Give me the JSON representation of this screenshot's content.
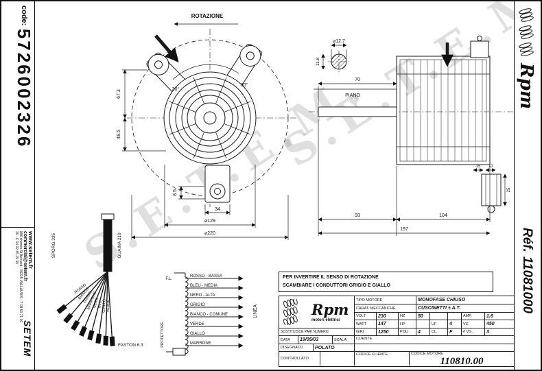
{
  "sheet": {
    "watermark": "S.E.T.E.M."
  },
  "left_panel": {
    "code_label": "code:",
    "code_value": "5726002326",
    "website": "www.setem.fr",
    "email": "commercial@setem.fr",
    "address": "886 chemin St Bernard - 06225 VALLAURIS - T 08 50 71 00 39 - F 04 92 65 19 39",
    "logo_text": "SETEM"
  },
  "right_panel": {
    "brand": "Rpm",
    "ref_label": "Réf.",
    "ref_value": "11081000"
  },
  "front_view": {
    "rotation_label": "ROTAZIONE",
    "dim_height_upper": "67.3",
    "dim_height_lower": "48.5",
    "dim_foot": "8.5",
    "dim_foot_width": "34",
    "dim_bolt_circle": "⌀129",
    "dim_overall": "⌀220",
    "angle_left": "30°",
    "angle_right": "30°"
  },
  "side_view": {
    "dim_shaft_dia": "⌀12.7",
    "dim_shaft_flat": "11.8",
    "dim_shaft_len": "70",
    "plane_label": "PIANO",
    "dim_front": "93",
    "dim_body": "104",
    "dim_total": "197",
    "dim_bracket_a": "15",
    "dim_bracket_b": "10",
    "dim_bracket_h": "25"
  },
  "cable": {
    "protrusion_label": "SPORG.335",
    "sheath_label": "GUAINA 210",
    "terminal_label": "FASTON 6.3",
    "wires": [
      {
        "label": "ROSSO"
      },
      {
        "label": "BIANCO"
      },
      {
        "label": "GRIGIO"
      },
      {
        "label": "MARRONE"
      },
      {
        "label": "NERO"
      },
      {
        "label": "BLU"
      },
      {
        "label": "GIALLO"
      },
      {
        "label": "VERDE"
      }
    ]
  },
  "schematic": {
    "fl_label": "F.L.",
    "line_label": "LINEA",
    "protector_label": "PROTETTORE",
    "terminals": [
      {
        "label": "ROSSO - BASSA"
      },
      {
        "label": "BLEU - MEDIA"
      },
      {
        "label": "NERO - ALTA"
      },
      {
        "label": "GRIGIO"
      },
      {
        "label": "BIANCO - COMUNE"
      },
      {
        "label": "VERDE"
      },
      {
        "label": "GIALLO"
      },
      {
        "label": "MARRONE"
      }
    ]
  },
  "note": {
    "line1": "PER INVERTIRE IL SENSO DI ROTAZIONE",
    "line2": "SCAMBIARE I CONDUTTORI GRIGIO E GIALLO"
  },
  "title_block": {
    "brand": "Rpm",
    "brand_sub": "motori elettrici",
    "tipo_label": "TIPO MOTORE",
    "tipo_value": "MONOFASE CHIUSO",
    "carat_label": "CARAT. MECCANICHE",
    "carat_value": "CUSCINETTI ± A.T.",
    "volt_label": "VOLT",
    "volt_value": "230",
    "hz_label": "HZ",
    "hz_value": "50",
    "amp_label": "AMP.",
    "amp_value": "1.6",
    "watt_label": "WATT",
    "watt_value": "147",
    "hp_label": "HP",
    "hp_value": "",
    "uf_label": "UF",
    "uf_value": "4",
    "vc_label": "VC",
    "vc_value": "450",
    "giri_label": "GIRI",
    "giri_value": "1250",
    "poli_label": "POLI",
    "poli_value": "4",
    "cl_label": "CL.",
    "cl_value": "F",
    "vg_label": "# VG.",
    "vg_value": "3",
    "sostituisce_label": "SOSTITUISCE PARI NUMERO",
    "data_label": "DATA",
    "data_value": "19/05/03",
    "scala_label": "SCALA",
    "cliente_label": "CLIENTE",
    "disegnato_label": "DISEGNATO",
    "disegnato_value": "POLATO",
    "controllato_label": "CONTROLLATO",
    "codice_cliente_label": "CODICE CLIENTE",
    "codice_motore_label": "CODICE MOTORE",
    "codice_motore_value": "110810.00"
  }
}
